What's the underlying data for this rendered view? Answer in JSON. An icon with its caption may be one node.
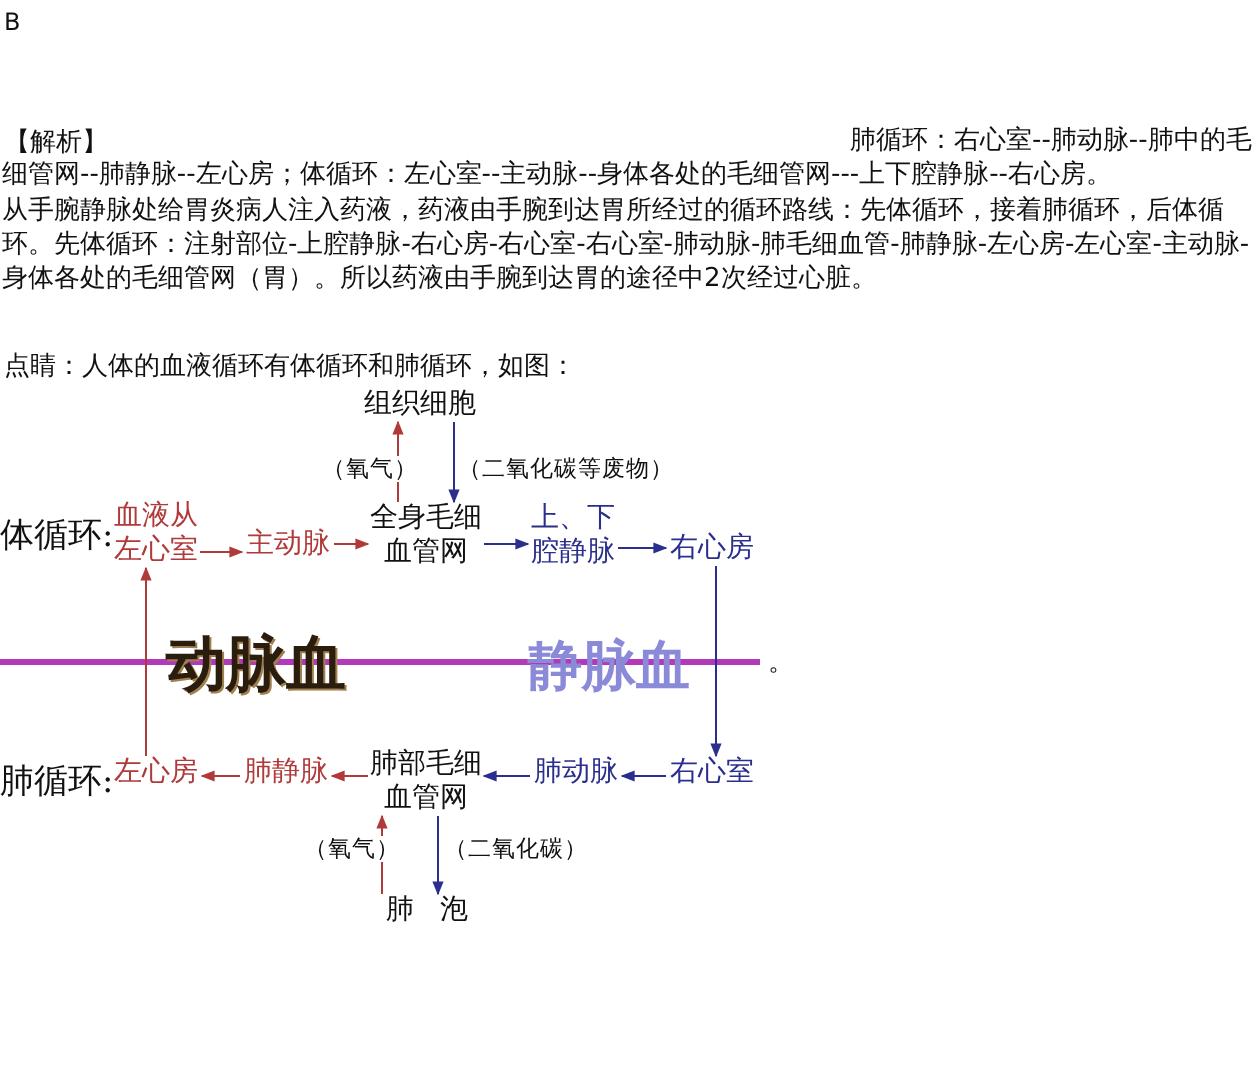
{
  "diagram": {
    "nodes": [
      {
        "text": [
          "组织细胞"
        ]
      },
      {
        "text": [
          "血液从左心室"
        ]
      },
      {
        "text": [
          "主动脉"
        ]
      },
      {
        "text": [
          "全身毛细血管网"
        ]
      },
      {
        "text": [
          "上、下腔静脉"
        ]
      },
      {
        "text": [
          "右心房"
        ]
      },
      {
        "text": [
          "左心房"
        ]
      },
      {
        "text": [
          "肺静脉"
        ]
      },
      {
        "text": [
          "肺部毛细血管网"
        ]
      },
      {
        "text": [
          "肺动脉"
        ]
      },
      {
        "text": [
          "右心室"
        ]
      },
      {
        "text": [
          "肺泡"
        ]
      }
    ],
    "edges": [
      {
        "from": 3,
        "to": 0,
        "arrow": "to",
        "label": "（氧气）",
        "color": "#b03a3a"
      },
      {
        "from": 0,
        "to": 3,
        "arrow": "to",
        "label": "（二氧化碳等废物）",
        "color": "#2a2e8c"
      },
      {
        "from": 1,
        "to": 2,
        "arrow": "to",
        "color": "#b03a3a"
      },
      {
        "from": 2,
        "to": 3,
        "arrow": "to",
        "color": "#b03a3a"
      },
      {
        "from": 3,
        "to": 4,
        "arrow": "to",
        "color": "#2a2e8c"
      },
      {
        "from": 4,
        "to": 5,
        "arrow": "to",
        "color": "#2a2e8c"
      },
      {
        "from": 5,
        "to": 10,
        "arrow": "to",
        "color": "#2a2e8c"
      },
      {
        "from": 10,
        "to": 9,
        "arrow": "to",
        "color": "#2a2e8c"
      },
      {
        "from": 9,
        "to": 8,
        "arrow": "to",
        "color": "#2a2e8c"
      },
      {
        "from": 8,
        "to": 7,
        "arrow": "to",
        "color": "#b03a3a"
      },
      {
        "from": 7,
        "to": 6,
        "arrow": "to",
        "color": "#b03a3a"
      },
      {
        "from": 6,
        "to": 1,
        "arrow": "to",
        "color": "#b03a3a"
      },
      {
        "from": 11,
        "to": 8,
        "arrow": "to",
        "label": "（氧气）",
        "color": "#b03a3a"
      },
      {
        "from": 8,
        "to": 11,
        "arrow": "to",
        "label": "（二氧化碳）",
        "color": "#2a2e8c"
      }
    ],
    "labels": [
      "B",
      "【解析】",
      "肺循环：右心室--肺动脉--肺中的毛细管网--肺静脉--左心房；体循环：左心室--主动脉--身体各处的毛细管网---上下腔静脉--右心房。",
      "从手腕静脉处给胃炎病人注入药液，药液由手腕到达胃所经过的循环路线：先体循环，接着肺循环，后体循环。先体循环：注射部位-上腔静脉-右心房-右心室-右心室-肺动脉-肺毛细血管-肺静脉-左心房-左心室-主动脉-身体各处的毛细管网（胃）。所以药液由手腕到达胃的途径中2次经过心脏。",
      "点睛：人体的血液循环有体循环和肺循环，如图：",
      "体循环:",
      "肺循环:",
      "动脉血",
      "静脉血",
      "。"
    ]
  }
}
